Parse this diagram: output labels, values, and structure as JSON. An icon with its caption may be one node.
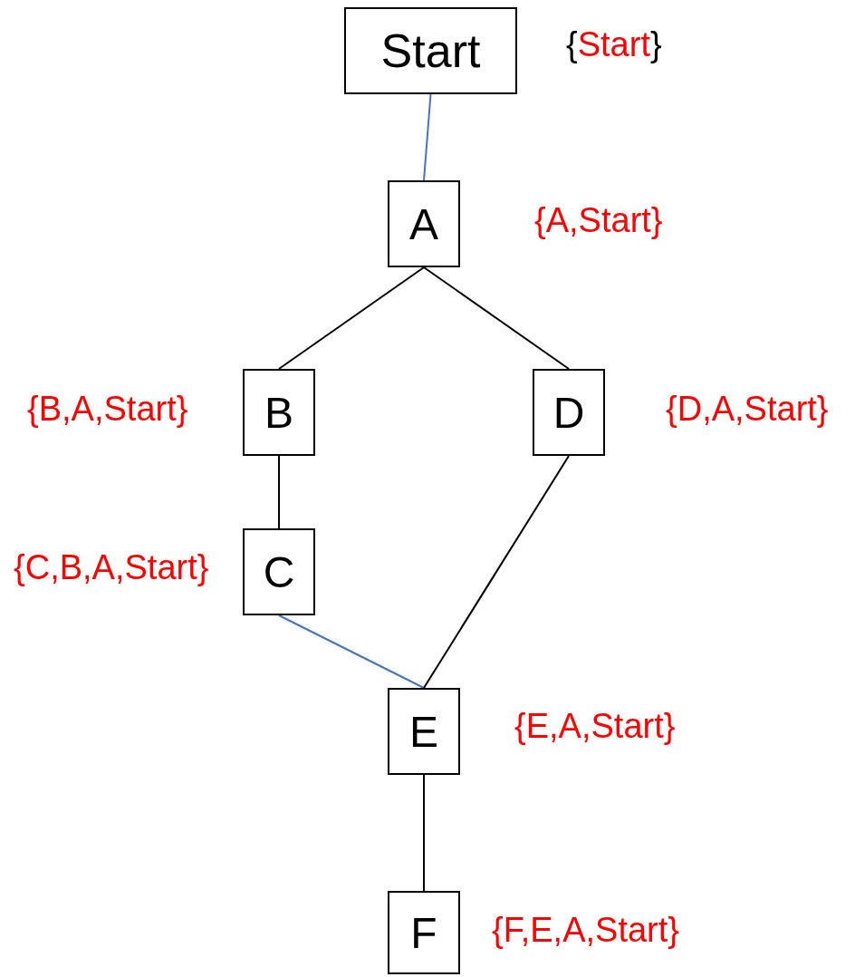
{
  "diagram": {
    "nodes": [
      {
        "text": [
          "Start"
        ],
        "beside": [
          "{Start}"
        ]
      },
      {
        "text": [
          "A"
        ],
        "beside": [
          "{A,Start}"
        ]
      },
      {
        "text": [
          "B"
        ],
        "beside": [
          "{B,A,Start}"
        ]
      },
      {
        "text": [
          "D"
        ],
        "beside": [
          "{D,A,Start}"
        ]
      },
      {
        "text": [
          "C"
        ],
        "beside": [
          "{C,B,A,Start}"
        ]
      },
      {
        "text": [
          "E"
        ],
        "beside": [
          "{E,A,Start}"
        ]
      },
      {
        "text": [
          "F"
        ],
        "beside": [
          "{F,E,A,Start}"
        ]
      }
    ],
    "edges": [
      {
        "from": 0,
        "to": 1,
        "arrow": "none",
        "color": "#4472c4"
      },
      {
        "from": 1,
        "to": 2,
        "arrow": "none"
      },
      {
        "from": 1,
        "to": 3,
        "arrow": "none"
      },
      {
        "from": 2,
        "to": 4,
        "arrow": "none"
      },
      {
        "from": 4,
        "to": 5,
        "arrow": "none",
        "color": "#4472c4"
      },
      {
        "from": 3,
        "to": 5,
        "arrow": "none"
      },
      {
        "from": 5,
        "to": 6,
        "arrow": "none"
      }
    ]
  }
}
